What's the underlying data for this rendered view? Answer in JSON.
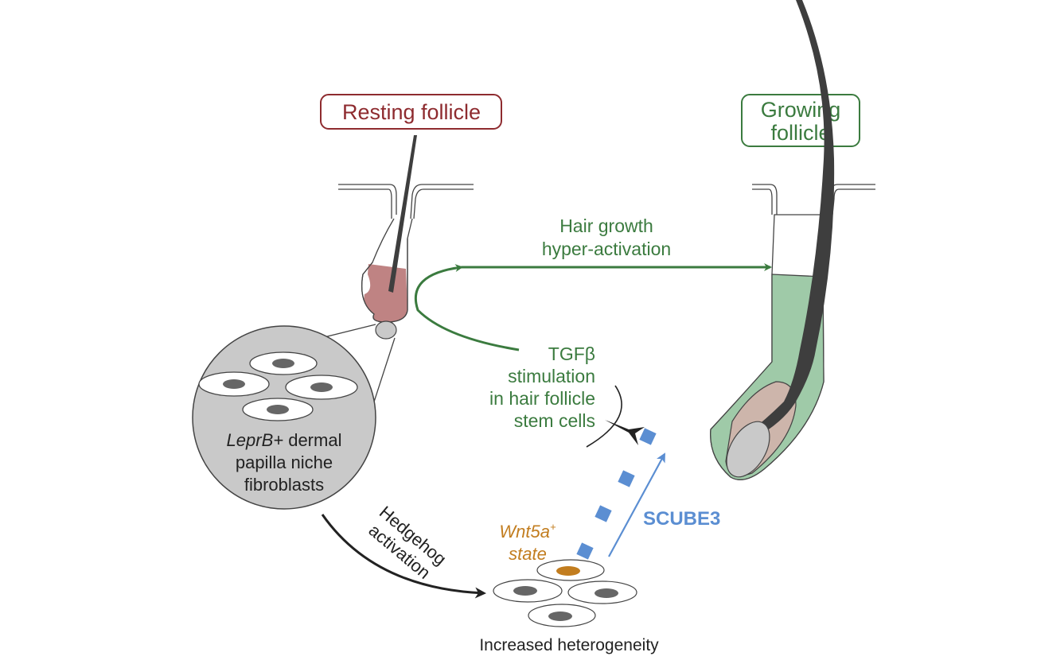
{
  "labels": {
    "resting_follicle": "Resting follicle",
    "growing_follicle_line1": "Growing",
    "growing_follicle_line2": "follicle",
    "hair_growth_line1": "Hair growth",
    "hair_growth_line2": "hyper-activation",
    "tgfb_line1": "TGFβ",
    "tgfb_line2": "stimulation",
    "tgfb_line3": "in hair follicle",
    "tgfb_line4": "stem cells",
    "niche_italic": "LeprB+",
    "niche_line1_rest": " dermal",
    "niche_line2": "papilla niche",
    "niche_line3": "fibroblasts",
    "hedgehog_line1": "Hedgehog",
    "hedgehog_line2": "activation",
    "wnt5a": "Wnt5a",
    "wnt5a_sup": "+",
    "state": "state",
    "scube3": "SCUBE3",
    "heterogeneity": "Increased heterogeneity"
  },
  "colors": {
    "resting": "#8e2b2f",
    "growing": "#3b7b3f",
    "scube3": "#5b8ed2",
    "wnt5a": "#c27d1f",
    "resting_bulb": "#bf8383",
    "growing_fill": "#9fcaa8",
    "niche_fill": "#c9c9c9"
  }
}
